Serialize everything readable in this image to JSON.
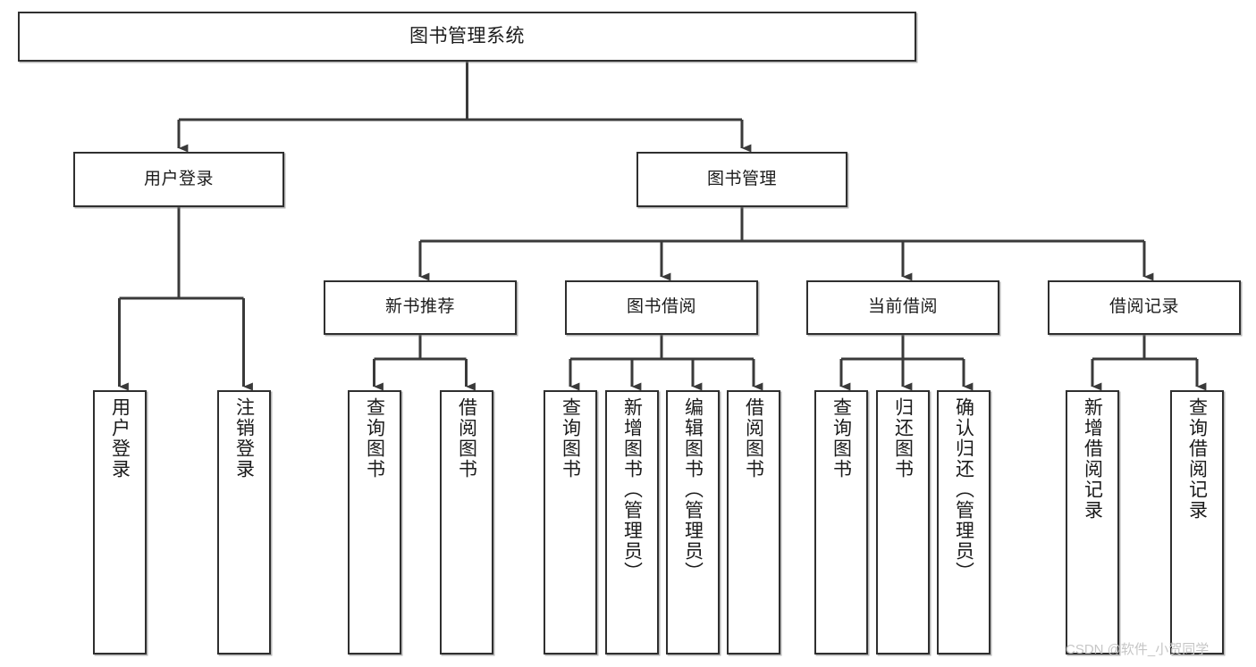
{
  "diagram": {
    "title": "图书管理系统",
    "type": "tree-hierarchy-diagram",
    "watermark": "CSDN @软件_小贺同学",
    "colors": {
      "box_border": "#2f2f2f",
      "box_fill": "#ffffff",
      "connector": "#3a3a3a",
      "text": "#1b1b1b",
      "watermark": "#c6c6c6"
    },
    "root": {
      "label": "图书管理系统"
    },
    "level2": [
      {
        "label": "用户登录"
      },
      {
        "label": "图书管理"
      }
    ],
    "level3": [
      {
        "label": "新书推荐"
      },
      {
        "label": "图书借阅"
      },
      {
        "label": "当前借阅"
      },
      {
        "label": "借阅记录"
      }
    ],
    "leaves": {
      "user_login": [
        {
          "label": "用户登录"
        },
        {
          "label": "注销登录"
        }
      ],
      "new_recommend": [
        {
          "label": "查询图书"
        },
        {
          "label": "借阅图书"
        }
      ],
      "book_borrow": [
        {
          "label": "查询图书"
        },
        {
          "label": "新增图书（管理员）"
        },
        {
          "label": "编辑图书（管理员）"
        },
        {
          "label": "借阅图书"
        }
      ],
      "current_borrow": [
        {
          "label": "查询图书"
        },
        {
          "label": "归还图书"
        },
        {
          "label": "确认归还（管理员）"
        }
      ],
      "borrow_record": [
        {
          "label": "新增借阅记录"
        },
        {
          "label": "查询借阅记录"
        }
      ]
    }
  }
}
